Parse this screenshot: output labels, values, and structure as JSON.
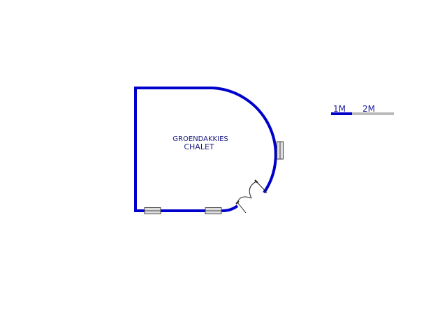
{
  "room": {
    "name_line1": "GROENDAKKIES",
    "name_line2": "CHALET"
  },
  "scale_bar": {
    "label_1": "1M",
    "label_2": "2M"
  },
  "colors": {
    "wall": "#0000cc",
    "window_frame": "#444444",
    "window_fill": "#dddddd",
    "door": "#222222",
    "text": "#1a1a80",
    "scale_primary": "#0000cc",
    "scale_secondary": "#bbbbbb"
  }
}
